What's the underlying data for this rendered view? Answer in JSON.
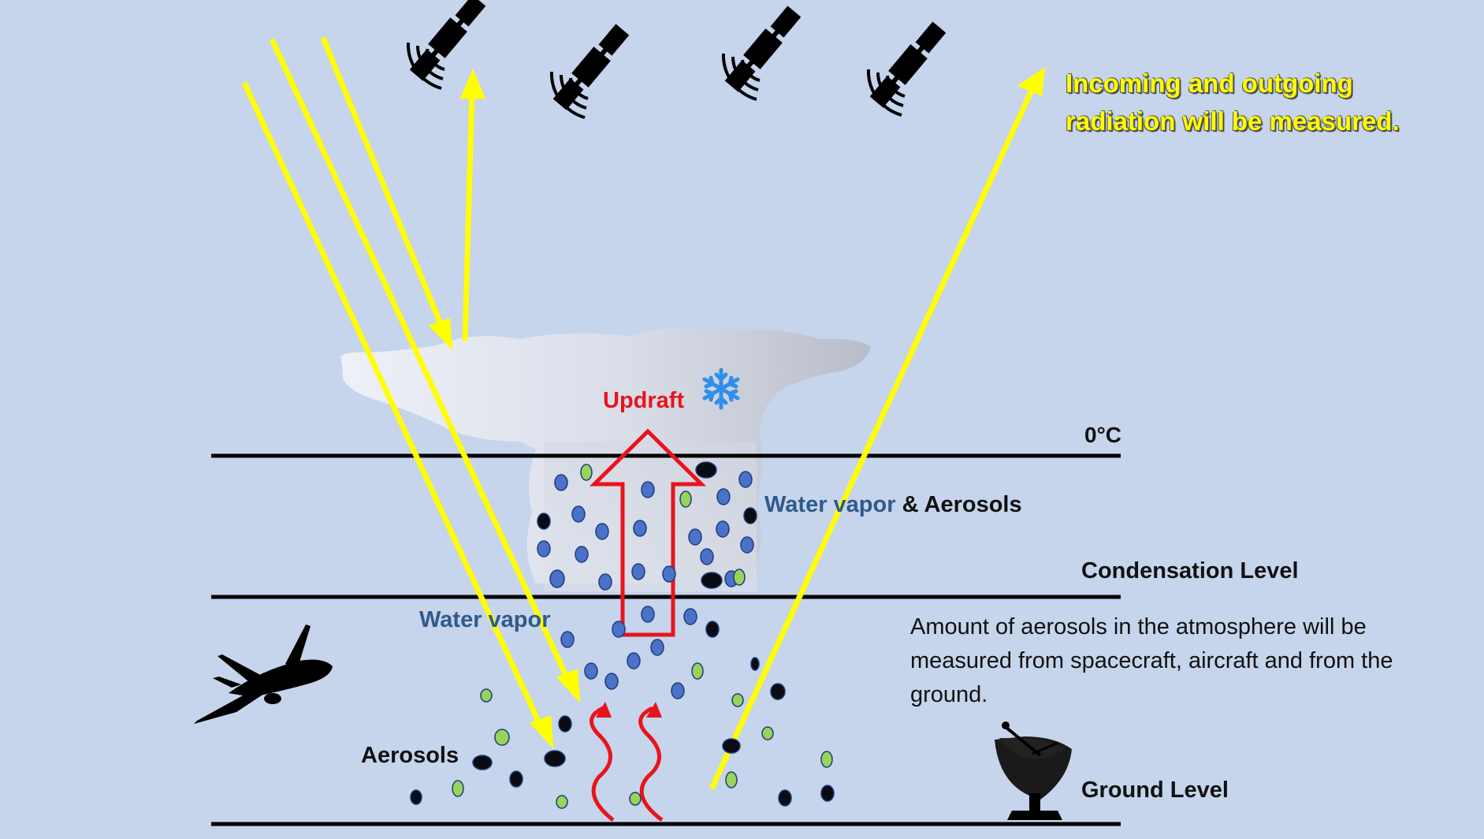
{
  "labels": {
    "incoming_line1": "Incoming and outgoing",
    "incoming_line2": "radiation will be measured.",
    "aerosol_note": "Amount of aerosols in the atmosphere will be measured from spacecraft, aircraft and from the ground.",
    "freezing_level": "0°C",
    "condensation_level": "Condensation Level",
    "ground_level": "Ground Level",
    "updraft": "Updraft",
    "water_vapor_and": "Water vapor",
    "and_aerosols": " & Aerosols",
    "water_vapor": "Water vapor",
    "aerosols": "Aerosols"
  },
  "icons": {
    "satellites": [
      "satellite-icon",
      "satellite-icon",
      "satellite-icon",
      "satellite-icon"
    ],
    "aircraft": "airplane-icon",
    "ground_station": "satellite-dish-icon",
    "ice": "snowflake-icon"
  },
  "colors": {
    "background": "#c6d4ec",
    "radiation": "#ffff00",
    "updraft": "#e8141c",
    "water_vapor_particle": "#4a72c9",
    "aerosol_dark": "#0b0b14",
    "aerosol_green": "#98d35a",
    "label_blue": "#2f5a8a"
  }
}
